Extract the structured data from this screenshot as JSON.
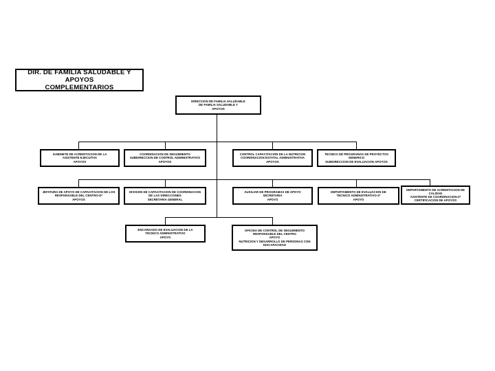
{
  "chart_data": {
    "type": "diagram",
    "title": "DIR. DE FAMILIA SALUDABLE Y APOYOS COMPLEMENTARIOS",
    "orientation": "top-down",
    "levels": 5
  },
  "title_box": {
    "text": "DIR. DE FAMILIA SALUDABLE Y APOYOS\nCOMPLEMENTARIOS"
  },
  "level2": {
    "box1": "DIRECCION DE FAMILIA SALUDABLE\nDE FAMILIA SALUDABLE Y\nAPOYOS"
  },
  "level3": {
    "box1": "GABINETE DE ACREDITACION DE LA\nASISTENTE EJECUTIVA\nAPOYOS",
    "box2": "COORDINACION DE SEGUIMIENTO\nSUBDIRECCION DE CONTROL ADMINISTRATIVO\nAPOYOS",
    "box3": "CONTROL CAPACITACION DE LA NUTRICION\nCOORDINACION ESTATAL ADMINISTRATIVA\nAPOYOS",
    "box4": "TECNICO DE PROGRAMAS DE PROYECTOS\nGENERICO\nSUBDIRECCION DE EVALUACION APOYOS"
  },
  "level4": {
    "box1": "JEFATURA DE APOYO DE CAPACITACION DE LOS\nRESPONSABLE DEL CENTRO-D*\nAPOYOS",
    "box2": "DIVISION DE CAPACITACION DE COORDINACION DE LAS DIRECCIONES\nSECRETARIA GENERAL",
    "box3": "AUXILIAR DE PROGRAMAS DE APOYO\nSECRETARIA\nAPOYO",
    "box4": "DEPARTAMENTO DE EVALUACION DE\nTECNICO ADMINISTRATIVO-2*\nAPOYO",
    "box5": "DEPARTAMENTO DE ACREDITACION DE CALIDAD\nASISTENTE DE COORDINACION-2*\nCERTIFICACION DE APOYOS"
  },
  "level5": {
    "box1": "ENCARGADO DE EVALUACION DE LA\nTECNICO ADMINISTRATIVO\nAPOYO",
    "box2": "OFICINA DE CONTROL DE SEGUIMIENTO\nRESPONSABLE DEL CENTRO\nAPOYO\nNUTRICION Y DESARROLLO DE PERSONAS CON\nDISCAPACIDAD"
  }
}
